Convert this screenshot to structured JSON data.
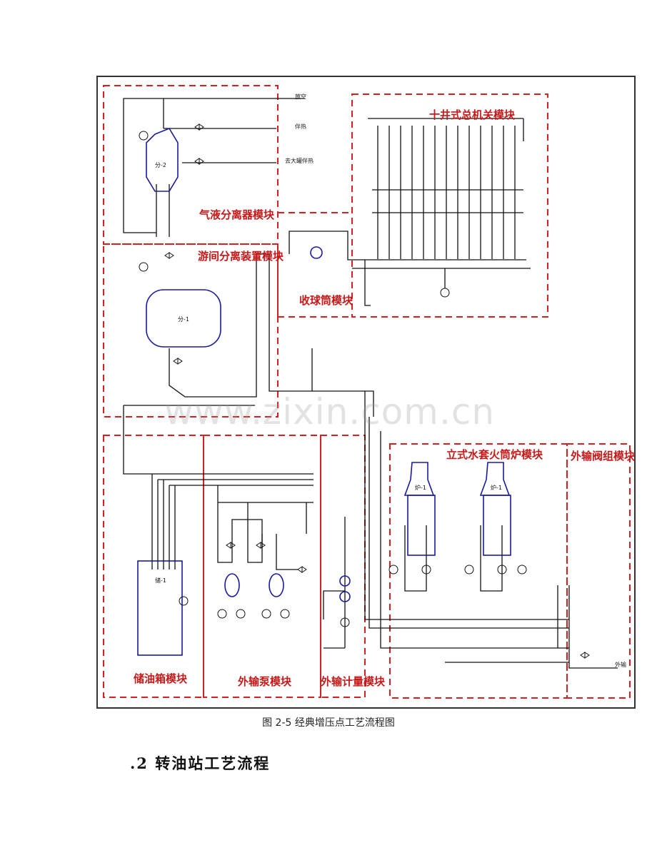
{
  "figure": {
    "modules": {
      "gas_liquid_separator": "气液分离器模块",
      "ten_well_manifold": "十井式总机关模块",
      "three_phase_separator": "游间分离装置模块",
      "pig_receiver": "收球筒模块",
      "vertical_heater": "立式水套火筒炉模块",
      "export_valve_group": "外输阀组模块",
      "oil_storage_tank": "储油箱模块",
      "export_pump": "外输泵模块",
      "export_metering": "外输计量模块"
    },
    "equipment_tags": {
      "separator_small": "分-2",
      "separator_large": "分-1",
      "tank": "储-1",
      "heater_1": "炉-1",
      "heater_2": "炉-1"
    },
    "line_labels": {
      "top_1": "放空",
      "top_2": "伴热",
      "top_3": "去大罐伴热",
      "right_1": "外输"
    }
  },
  "watermark": "www.zixin.com.cn",
  "caption": "图 2-5  经典增压点工艺流程图",
  "heading": ".2 转油站工艺流程",
  "colors": {
    "module_border": "#d42020",
    "module_text": "#c81818",
    "line": "#111111",
    "equipment": "#1a1aa0"
  }
}
